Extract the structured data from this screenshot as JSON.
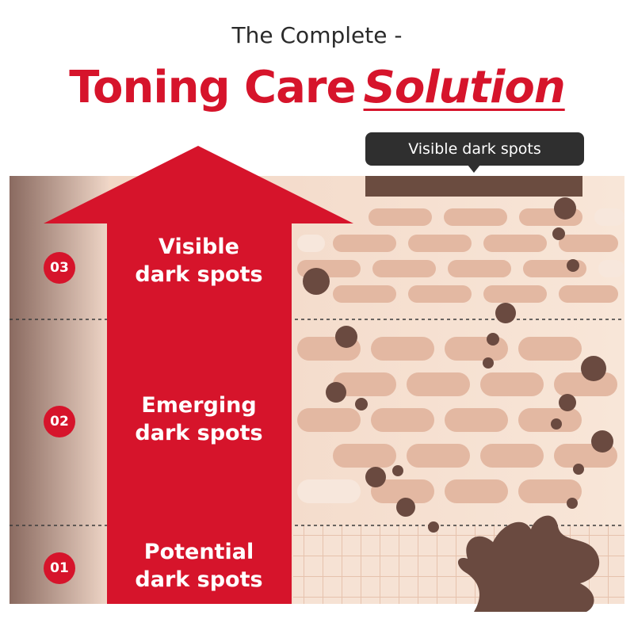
{
  "header": {
    "subtitle": "The Complete -",
    "title_main": "Toning Care",
    "title_accent": "Solution"
  },
  "callout": {
    "text": "Visible dark spots"
  },
  "stages": [
    {
      "badge": "03",
      "line1": "Visible",
      "line2": "dark spots"
    },
    {
      "badge": "02",
      "line1": "Emerging",
      "line2": "dark spots"
    },
    {
      "badge": "01",
      "line1": "Potential",
      "line2": "dark spots"
    }
  ],
  "colors": {
    "brand_red": "#d6142b",
    "skin_light": "#f3dcc8",
    "brick": "#e3b8a2",
    "spot": "#6a4a40",
    "callout_bg": "#2f2f2f"
  }
}
